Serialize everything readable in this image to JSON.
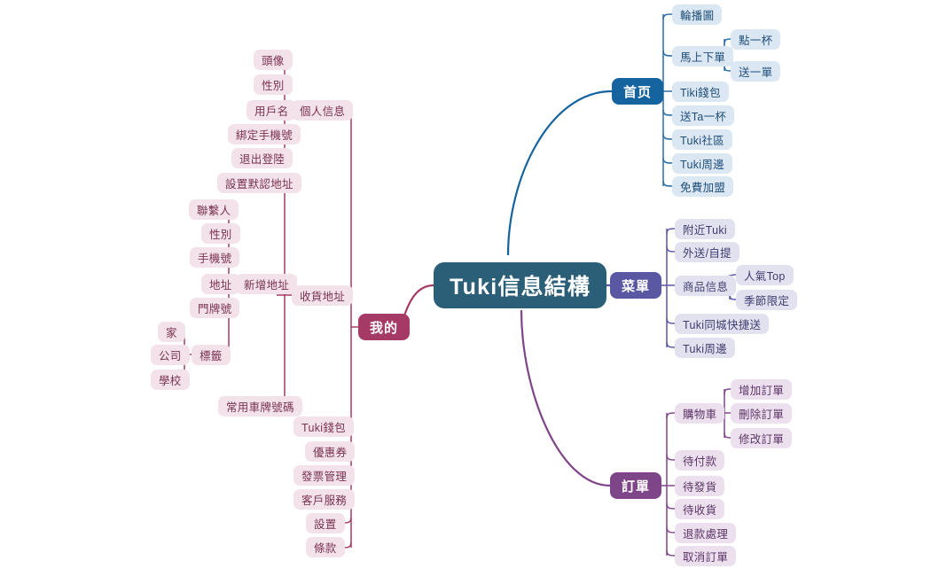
{
  "diagram": {
    "title": "Tuki信息結構",
    "type": "mind-map",
    "colors": {
      "root": "#2b5f78",
      "home_branch": "#15639f",
      "menu_branch": "#5a57a3",
      "order_branch": "#7f4589",
      "mine_branch": "#a63a66",
      "home_leaf_bg": "#dbe7f2",
      "menu_leaf_bg": "#e2e1ef",
      "order_leaf_bg": "#ece0ef",
      "mine_leaf_bg": "#f3e2e9",
      "background": "#ffffff"
    }
  },
  "root": {
    "label": "Tuki信息結構"
  },
  "branches": {
    "home": {
      "label": "首页",
      "children": [
        {
          "label": "輪播圖"
        },
        {
          "label": "馬上下單",
          "children": [
            {
              "label": "點一杯"
            },
            {
              "label": "送一單"
            }
          ]
        },
        {
          "label": "Tiki錢包"
        },
        {
          "label": "送Ta一杯"
        },
        {
          "label": "Tuki社區"
        },
        {
          "label": "Tuki周邊"
        },
        {
          "label": "免費加盟"
        }
      ]
    },
    "menu": {
      "label": "菜單",
      "children": [
        {
          "label": "附近Tuki"
        },
        {
          "label": "外送/自提"
        },
        {
          "label": "商品信息",
          "children": [
            {
              "label": "人氣Top"
            },
            {
              "label": "季節限定"
            }
          ]
        },
        {
          "label": "Tuki同城快捷送"
        },
        {
          "label": "Tuki周邊"
        }
      ]
    },
    "order": {
      "label": "訂單",
      "children": [
        {
          "label": "購物車",
          "children": [
            {
              "label": "增加訂單"
            },
            {
              "label": "刪除訂單"
            },
            {
              "label": "修改訂單"
            }
          ]
        },
        {
          "label": "待付款"
        },
        {
          "label": "待發貨"
        },
        {
          "label": "待收貨"
        },
        {
          "label": "退款處理"
        },
        {
          "label": "取消訂單"
        }
      ]
    },
    "mine": {
      "label": "我的",
      "children": [
        {
          "label": "個人信息",
          "children": [
            {
              "label": "頭像"
            },
            {
              "label": "性別"
            },
            {
              "label": "用戶名"
            },
            {
              "label": "綁定手機號"
            },
            {
              "label": "退出登陸"
            }
          ]
        },
        {
          "label": "收貨地址",
          "children": [
            {
              "label": "設置默認地址"
            },
            {
              "label": "新增地址",
              "children": [
                {
                  "label": "聯繫人"
                },
                {
                  "label": "性別"
                },
                {
                  "label": "手機號"
                },
                {
                  "label": "地址"
                },
                {
                  "label": "門牌號"
                },
                {
                  "label": "標籤",
                  "children": [
                    {
                      "label": "家"
                    },
                    {
                      "label": "公司"
                    },
                    {
                      "label": "學校"
                    }
                  ]
                }
              ]
            },
            {
              "label": "常用車牌號碼"
            }
          ]
        },
        {
          "label": "Tuki錢包"
        },
        {
          "label": "優惠券"
        },
        {
          "label": "發票管理"
        },
        {
          "label": "客戶服務"
        },
        {
          "label": "設置"
        },
        {
          "label": "條款"
        }
      ]
    }
  }
}
